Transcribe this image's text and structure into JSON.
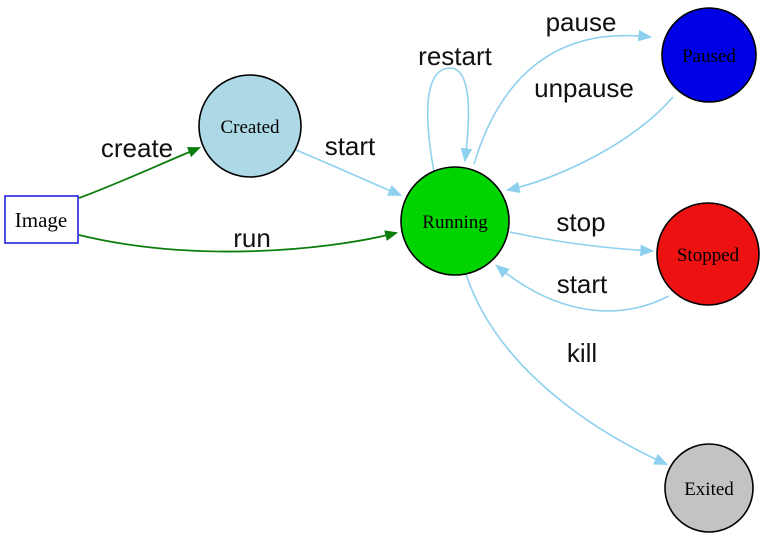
{
  "diagram": {
    "type": "state-diagram",
    "subject": "container-lifecycle",
    "colors": {
      "green_edge": "#0b7d0b",
      "blue_edge": "#8ed1ef",
      "node_border": "#000000",
      "image_border": "#2222dd"
    },
    "nodes": {
      "image": {
        "label": "Image",
        "shape": "rectangle",
        "fill": "#ffffff",
        "stroke": "#2222dd"
      },
      "created": {
        "label": "Created",
        "shape": "circle",
        "fill": "#add8e6",
        "stroke": "#000000"
      },
      "running": {
        "label": "Running",
        "shape": "circle",
        "fill": "#00d400",
        "stroke": "#000000"
      },
      "paused": {
        "label": "Paused",
        "shape": "circle",
        "fill": "#0000e6",
        "stroke": "#000000"
      },
      "stopped": {
        "label": "Stopped",
        "shape": "circle",
        "fill": "#ee1111",
        "stroke": "#000000"
      },
      "exited": {
        "label": "Exited",
        "shape": "circle",
        "fill": "#c3c3c3",
        "stroke": "#000000"
      }
    },
    "edges": {
      "create": {
        "label": "create",
        "from": "Image",
        "to": "Created",
        "color": "#0b7d0b"
      },
      "run": {
        "label": "run",
        "from": "Image",
        "to": "Running",
        "color": "#0b7d0b"
      },
      "start_created": {
        "label": "start",
        "from": "Created",
        "to": "Running",
        "color": "#8ed1ef"
      },
      "restart": {
        "label": "restart",
        "from": "Running",
        "to": "Running",
        "color": "#8ed1ef"
      },
      "pause": {
        "label": "pause",
        "from": "Running",
        "to": "Paused",
        "color": "#8ed1ef"
      },
      "unpause": {
        "label": "unpause",
        "from": "Paused",
        "to": "Running",
        "color": "#8ed1ef"
      },
      "stop": {
        "label": "stop",
        "from": "Running",
        "to": "Stopped",
        "color": "#8ed1ef"
      },
      "start_stopped": {
        "label": "start",
        "from": "Stopped",
        "to": "Running",
        "color": "#8ed1ef"
      },
      "kill": {
        "label": "kill",
        "from": "Running",
        "to": "Exited",
        "color": "#8ed1ef"
      }
    }
  }
}
